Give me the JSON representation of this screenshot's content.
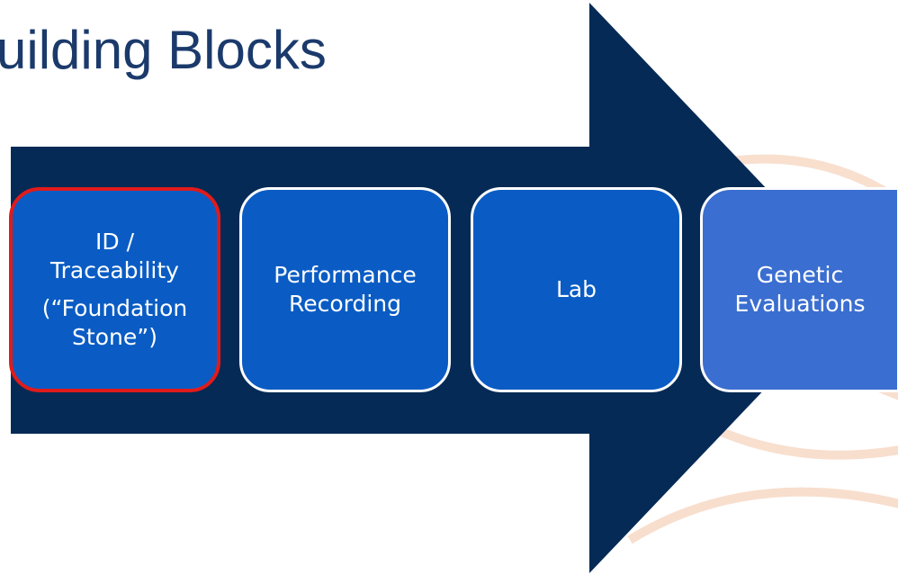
{
  "title": "uilding Blocks",
  "steps": [
    {
      "lines": [
        "ID /",
        "Traceability",
        "(“Foundation",
        "Stone”)"
      ],
      "highlighted": true
    },
    {
      "lines": [
        "Performance",
        "Recording"
      ]
    },
    {
      "lines": [
        "Lab"
      ]
    },
    {
      "lines": [
        "Genetic",
        "Evaluations"
      ]
    }
  ],
  "colors": {
    "arrow": "#052a55",
    "box_fill": "#0a5cc4",
    "box_fill_last": "#3a6ed0",
    "highlight_border": "#e01b1b",
    "title": "#1b3a6b",
    "background_motif": "#f3c4a6"
  }
}
